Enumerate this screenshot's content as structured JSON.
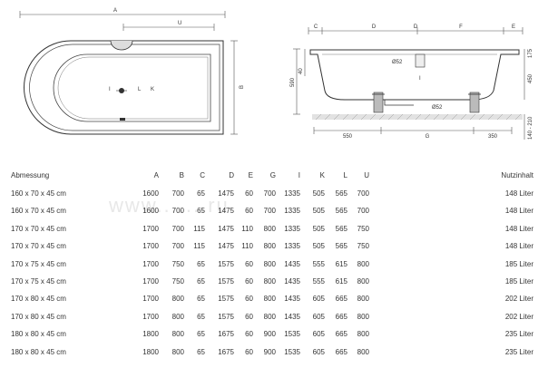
{
  "drawing": {
    "top_view": {
      "dim_labels": [
        "A",
        "U",
        "B",
        "K",
        "L"
      ],
      "extra_label": "I"
    },
    "side_view": {
      "top_labels": [
        "C",
        "D",
        "D",
        "F",
        "E"
      ],
      "inner_labels": [
        "Ø52",
        "I",
        "Ø52"
      ],
      "left_dims": [
        "40",
        "590"
      ],
      "right_dims": [
        "175",
        "450",
        "140 - 210"
      ],
      "bottom_dims": [
        "550",
        "G",
        "350"
      ]
    }
  },
  "watermark": "www.......ru",
  "table": {
    "columns": [
      "Abmessung",
      "A",
      "B",
      "C",
      "D",
      "E",
      "G",
      "I",
      "K",
      "L",
      "U",
      "Nutzinhalt"
    ],
    "rows": [
      [
        "160 x 70 x 45 cm",
        "1600",
        "700",
        "65",
        "1475",
        "60",
        "700",
        "1335",
        "505",
        "565",
        "700",
        "148 Liter"
      ],
      [
        "160 x 70 x 45 cm",
        "1600",
        "700",
        "65",
        "1475",
        "60",
        "700",
        "1335",
        "505",
        "565",
        "700",
        "148 Liter"
      ],
      [
        "170 x 70 x 45 cm",
        "1700",
        "700",
        "115",
        "1475",
        "110",
        "800",
        "1335",
        "505",
        "565",
        "750",
        "148 Liter"
      ],
      [
        "170 x 70 x 45 cm",
        "1700",
        "700",
        "115",
        "1475",
        "110",
        "800",
        "1335",
        "505",
        "565",
        "750",
        "148 Liter"
      ],
      [
        "170 x 75 x 45 cm",
        "1700",
        "750",
        "65",
        "1575",
        "60",
        "800",
        "1435",
        "555",
        "615",
        "800",
        "185 Liter"
      ],
      [
        "170 x 75 x 45 cm",
        "1700",
        "750",
        "65",
        "1575",
        "60",
        "800",
        "1435",
        "555",
        "615",
        "800",
        "185 Liter"
      ],
      [
        "170 x 80 x 45 cm",
        "1700",
        "800",
        "65",
        "1575",
        "60",
        "800",
        "1435",
        "605",
        "665",
        "800",
        "202 Liter"
      ],
      [
        "170 x 80 x 45 cm",
        "1700",
        "800",
        "65",
        "1575",
        "60",
        "800",
        "1435",
        "605",
        "665",
        "800",
        "202 Liter"
      ],
      [
        "180 x 80 x 45 cm",
        "1800",
        "800",
        "65",
        "1675",
        "60",
        "900",
        "1535",
        "605",
        "665",
        "800",
        "235 Liter"
      ],
      [
        "180 x 80 x 45 cm",
        "1800",
        "800",
        "65",
        "1675",
        "60",
        "900",
        "1535",
        "605",
        "665",
        "800",
        "235 Liter"
      ]
    ]
  }
}
